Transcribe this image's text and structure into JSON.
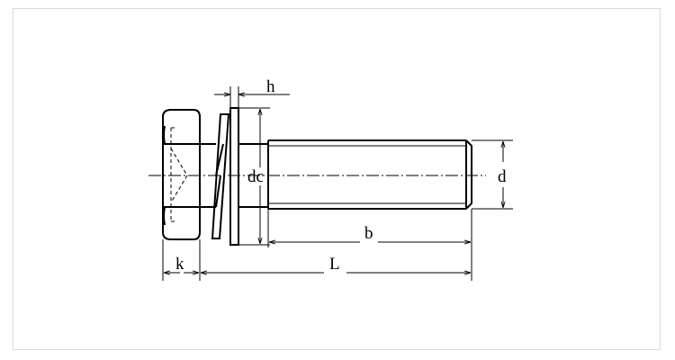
{
  "diagram": {
    "labels": {
      "h": "h",
      "dc": "dc",
      "d": "d",
      "b": "b",
      "k": "k",
      "L": "L"
    }
  }
}
